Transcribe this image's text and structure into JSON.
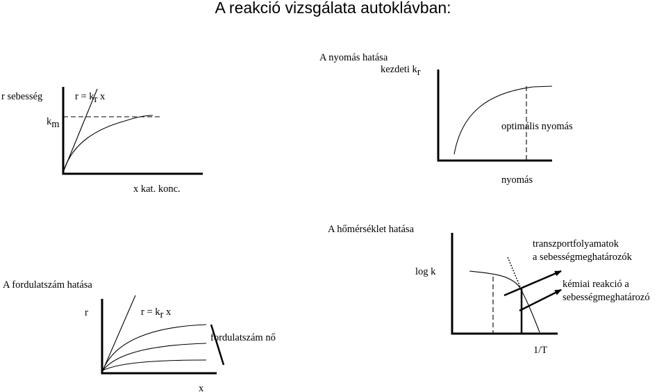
{
  "title": "A reakció vizsgálata autoklávban:",
  "panel1": {
    "ylabel": "r sebesség",
    "km_main": "k",
    "km_sub": "m",
    "eq_prefix": "r = k",
    "eq_sub": "r",
    "eq_suffix": " x",
    "xlabel": "x kat. konc."
  },
  "panel2": {
    "title": "A nyomás hatása",
    "ylabel_main": "kezdeti k",
    "ylabel_sub": "r",
    "annotation": "optimális nyomás",
    "xlabel": "nyomás"
  },
  "panel3": {
    "title": "A fordulatszám hatása",
    "ylabel": "r",
    "eq_prefix": "r = k",
    "eq_sub": "r",
    "eq_suffix": " x",
    "annotation": "fordulatszám nő",
    "xlabel": "x"
  },
  "panel4": {
    "title": "A hőmérséklet hatása",
    "ylabel": "log k",
    "annotation1_line1": "transzportfolyamatok",
    "annotation1_line2": "a sebességmeghatározók",
    "annotation2_line1": "kémiai reakció a",
    "annotation2_line2": "sebességmeghatározó",
    "xlabel": "1/T"
  }
}
